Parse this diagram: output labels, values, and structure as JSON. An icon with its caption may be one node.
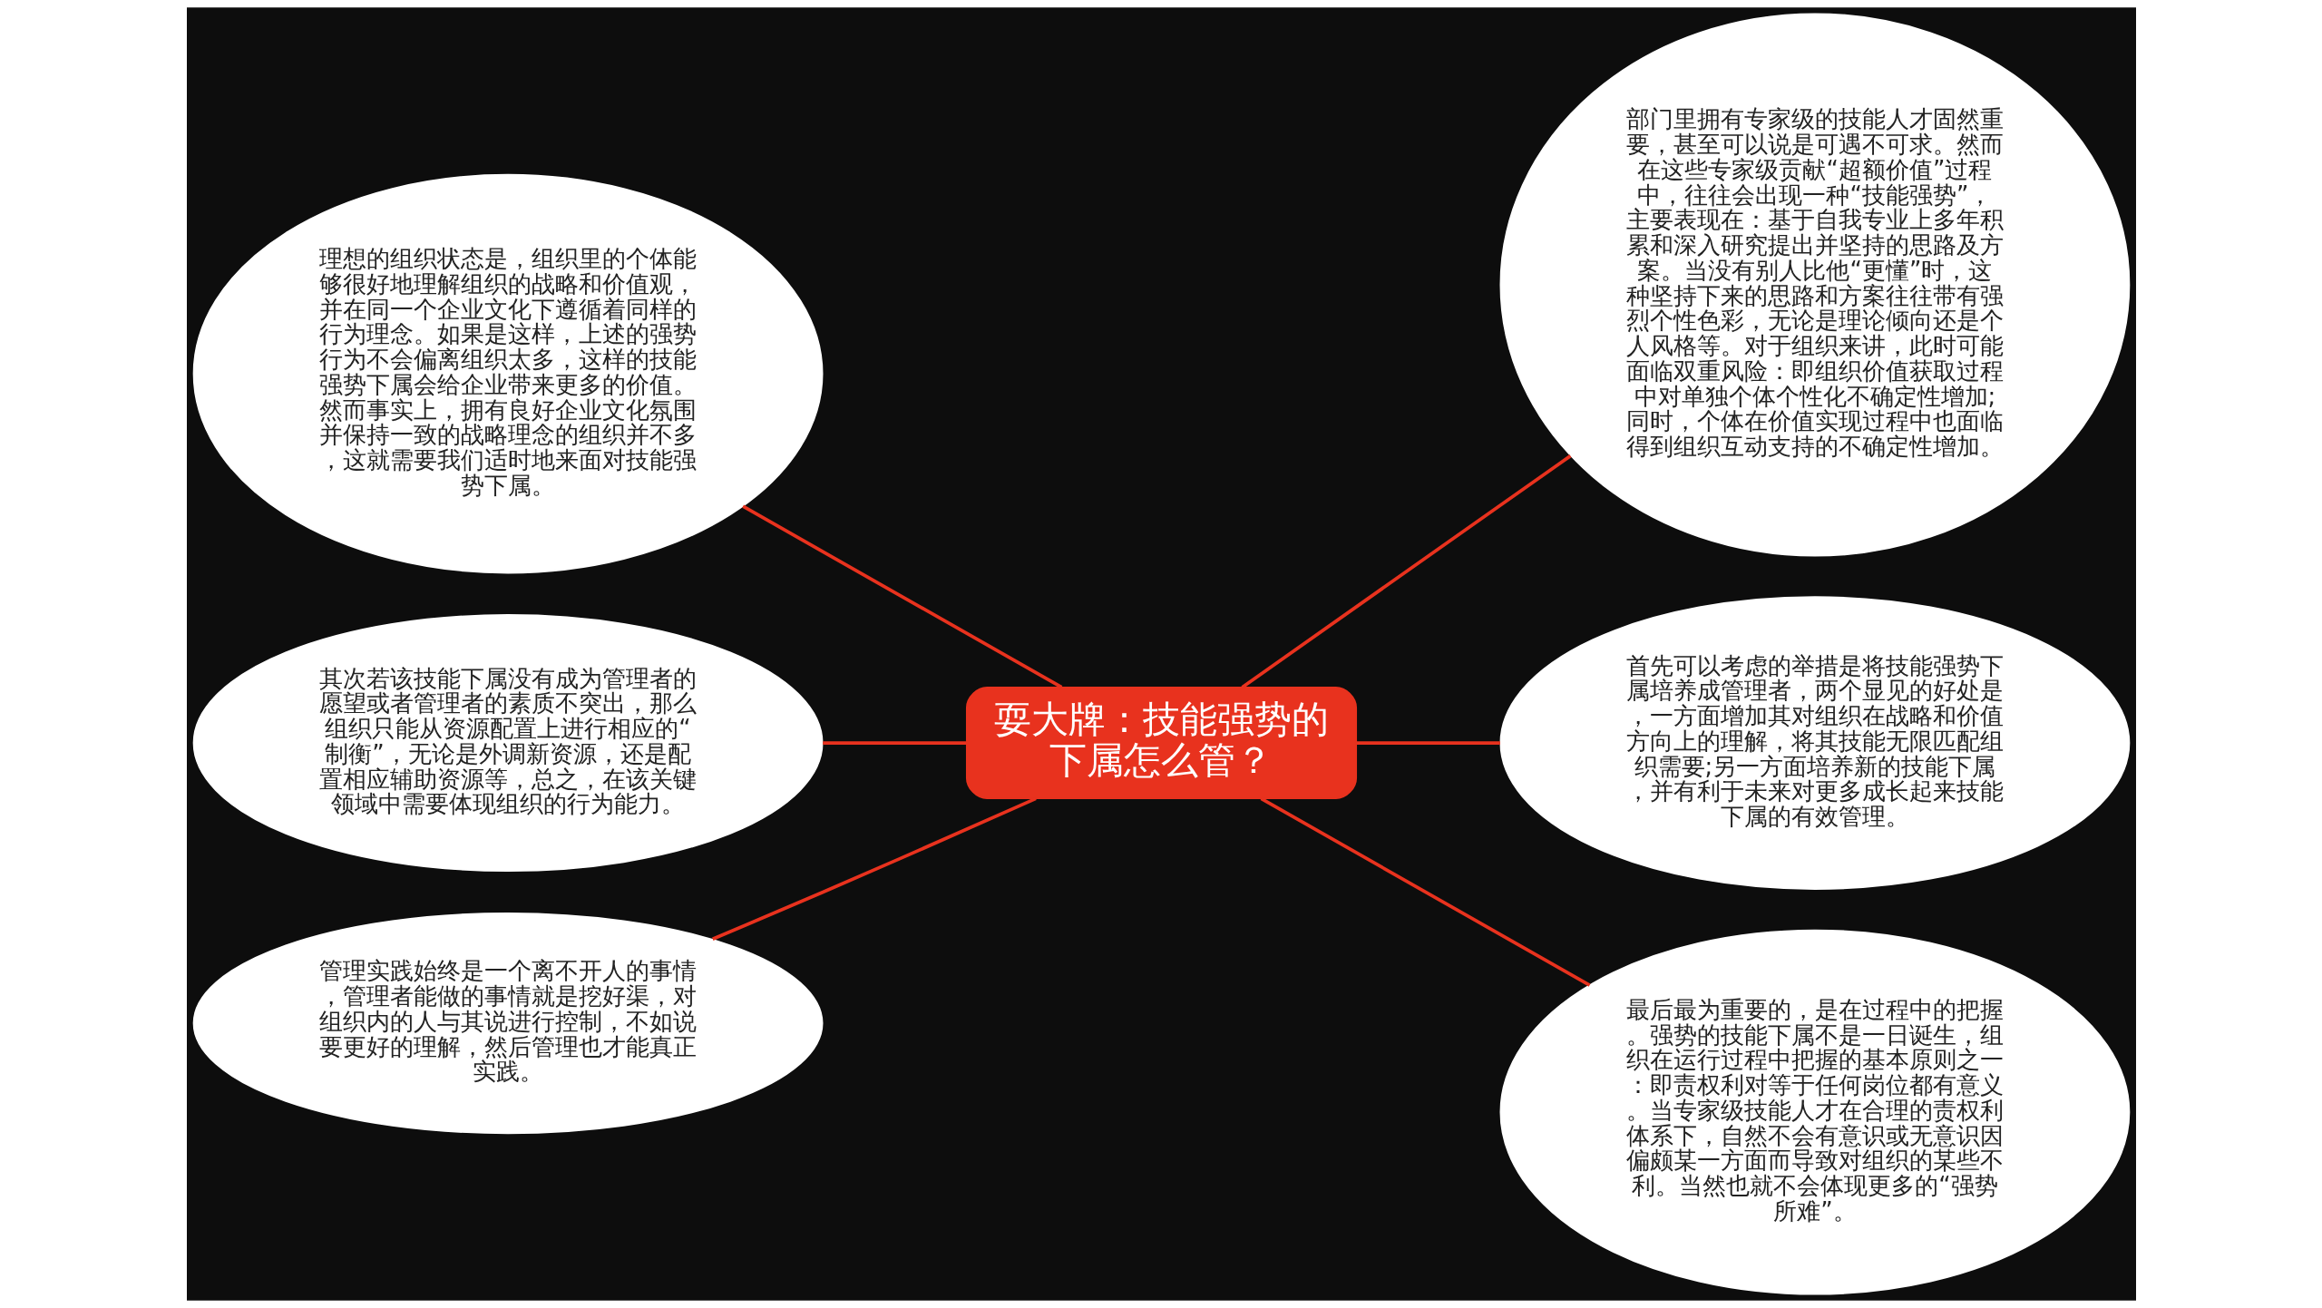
{
  "diagram": {
    "nodes": [
      {
        "text": [
          "耍大牌：技能强势的下属怎么管？"
        ]
      },
      {
        "text": [
          "理想的组织状态是，组织里的个体能够很好地理解组织的战略和价值观，并在同一个企业文化下遵循着同样的行为理念。如果是这样，上述的强势行为不会偏离组织太多，这样的技能强势下属会给企业带来更多的价值。然而事实上，拥有良好企业文化氛围并保持一致的战略理念的组织并不多，这就需要我们适时地来面对技能强势下属。"
        ]
      },
      {
        "text": [
          "其次若该技能下属没有成为管理者的愿望或者管理者的素质不突出，那么组织只能从资源配置上进行相应的“制衡”，无论是外调新资源，还是配置相应辅助资源等，总之，在该关键领域中需要体现组织的行为能力。"
        ]
      },
      {
        "text": [
          "管理实践始终是一个离不开人的事情，管理者能做的事情就是挖好渠，对组织内的人与其说进行控制，不如说要更好的理解，然后管理也才能真正实践。"
        ]
      },
      {
        "text": [
          "部门里拥有专家级的技能人才固然重要，甚至可以说是可遇不可求。然而在这些专家级贡献“超额价值”过程中，往往会出现一种“技能强势”，主要表现在：基于自我专业上多年积累和深入研究提出并坚持的思路及方案。当没有别人比他“更懂”时，这种坚持下来的思路和方案往往带有强烈个性色彩，无论是理论倾向还是个人风格等。对于组织来讲，此时可能面临双重风险：即组织价值获取过程中对单独个体个性化不确定性增加;同时，个体在价值实现过程中也面临得到组织互动支持的不确定性增加。"
        ]
      },
      {
        "text": [
          "首先可以考虑的举措是将技能强势下属培养成管理者，两个显见的好处是，一方面增加其对组织在战略和价值方向上的理解，将其技能无限匹配组织需要;另一方面培养新的技能下属，并有利于未来对更多成长起来技能下属的有效管理。"
        ]
      },
      {
        "text": [
          "最后最为重要的，是在过程中的把握。强势的技能下属不是一日诞生，组织在运行过程中把握的基本原则之一：即责权利对等于任何岗位都有意义。当专家级技能人才在合理的责权利体系下，自然不会有意识或无意识因偏颇某一方面而导致对组织的某些不利。当然也就不会体现更多的“强势所难”。"
        ]
      }
    ],
    "edges": [
      {
        "from": 1,
        "to": 0,
        "arrow": "none"
      },
      {
        "from": 2,
        "to": 0,
        "arrow": "none"
      },
      {
        "from": 3,
        "to": 0,
        "arrow": "none"
      },
      {
        "from": 0,
        "to": 4,
        "arrow": "none"
      },
      {
        "from": 0,
        "to": 5,
        "arrow": "none"
      },
      {
        "from": 0,
        "to": 6,
        "arrow": "none"
      }
    ]
  }
}
